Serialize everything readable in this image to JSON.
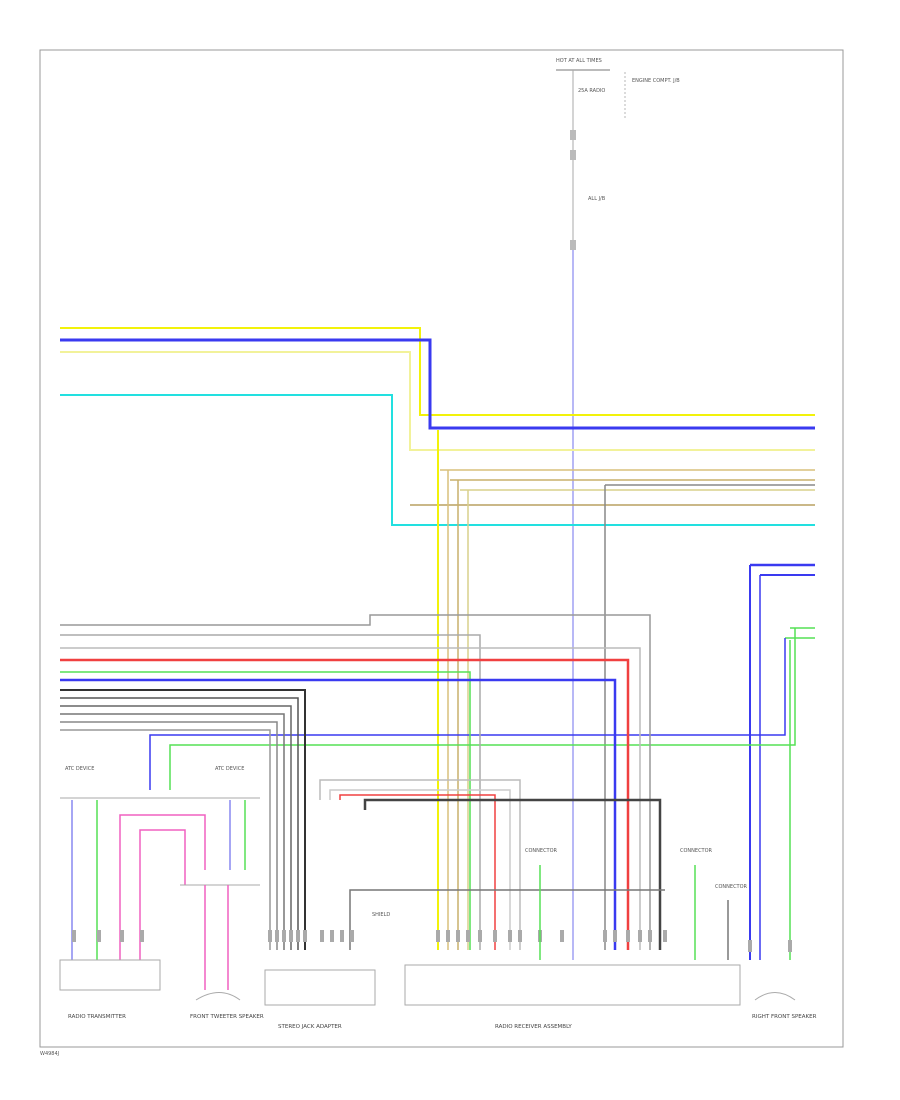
{
  "diagram": {
    "page_ref": "W4984J",
    "labels": {
      "top_fuse": "HOT AT ALL TIMES",
      "fuse_name": "25A RADIO",
      "junction_top": "ENGINE COMPT. J/B",
      "junction_mid": "ALL J/B",
      "left_module": "ATC DEVICE",
      "left_module2": "ATC DEVICE",
      "bottom_left": "RADIO TRANSMITTER",
      "bottom_left2": "FRONT TWEETER SPEAKER",
      "bottom_mid": "STEREO JACK ADAPTER",
      "bottom_center": "RADIO RECEIVER ASSEMBLY",
      "bottom_right": "RIGHT FRONT SPEAKER",
      "ground1": "CONNECTOR",
      "ground2": "CONNECTOR",
      "ground3": "CONNECTOR",
      "shield": "SHIELD"
    },
    "wire_colors": {
      "yellow": "#f2f20a",
      "blue": "#3a3af0",
      "tan": "#d9b36b",
      "cyan": "#22e0e0",
      "gray": "#8c8c8c",
      "red": "#f04040",
      "green": "#55e055",
      "black": "#333333",
      "pink": "#f060c0"
    }
  }
}
